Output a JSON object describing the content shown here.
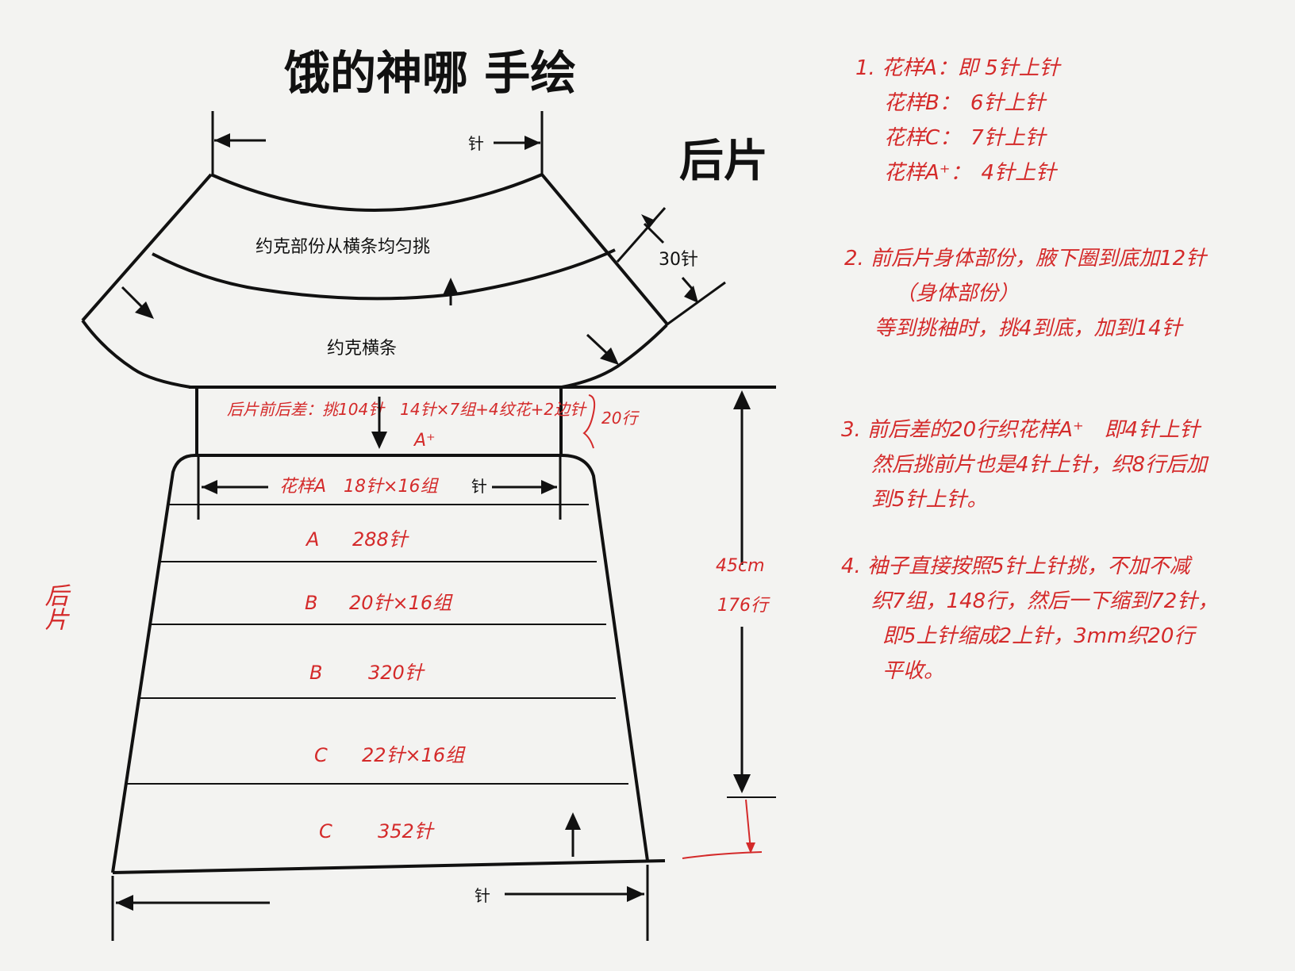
{
  "title": "饿的神哪 手绘",
  "subtitle": "后片",
  "side_label": "后片",
  "diagram": {
    "top_stitch": "针",
    "yoke_text": "约克部份从横条均匀挑",
    "yoke_band": "约克横条",
    "yoke_band_stitches": "30针",
    "pickup_note": "后片前后差：挑104针　14针×7组+4纹花+2边针",
    "pattern_a_plus": "A⁺",
    "short_rows": "20行",
    "chest_label": "花样A　18针×16组",
    "chest_stitch": "针",
    "length": "45cm",
    "rows": "176行",
    "bottom_stitch": "针",
    "sections": [
      {
        "pattern": "A",
        "stitches": "288针"
      },
      {
        "pattern": "B",
        "stitches": "20针×16组"
      },
      {
        "pattern": "B",
        "stitches": "320针"
      },
      {
        "pattern": "C",
        "stitches": "22针×16组"
      },
      {
        "pattern": "C",
        "stitches": "352针"
      }
    ]
  },
  "notes": {
    "n1": [
      "1. 花样A：即 5针上针",
      "花样B：　6针上针",
      "花样C：　7针上针",
      "花样A⁺：　4针上针"
    ],
    "n2": [
      "2. 前后片身体部份，腋下圈到底加12针",
      "（身体部份）",
      "等到挑袖时，挑4到底，加到14针"
    ],
    "n3": [
      "3. 前后差的20行织花样A⁺　即4针上针",
      "然后挑前片也是4针上针，织8行后加",
      "到5针上针。"
    ],
    "n4": [
      "4. 袖子直接按照5针上针挑，不加不减",
      "织7组，148行，然后一下缩到72针，",
      "即5上针缩成2上针，3mm织20行",
      "平收。"
    ]
  }
}
